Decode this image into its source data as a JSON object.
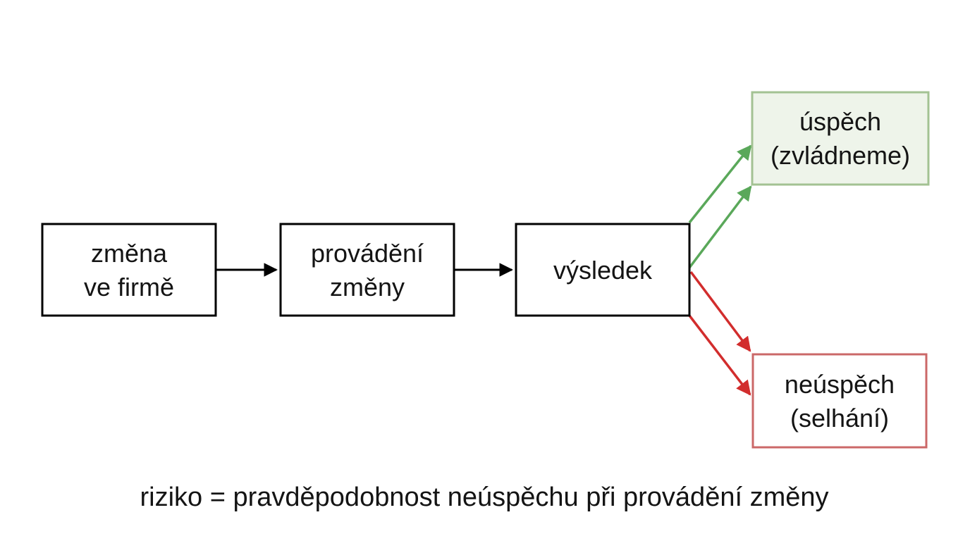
{
  "diagram": {
    "background": "#ffffff",
    "colors": {
      "box_border": "#000000",
      "box_fill": "#ffffff",
      "label_text": "#141414",
      "black_arrow": "#000000",
      "green_arrow": "#5aa85a",
      "green_box_border": "#a3c293",
      "green_box_fill": "#eef4ea",
      "red_arrow": "#d22d2d",
      "red_box_border": "#cb6868",
      "red_box_fill": "#ffffff"
    },
    "nodes": {
      "change": {
        "lines": [
          "změna",
          "ve firmě"
        ]
      },
      "implementation": {
        "lines": [
          "provádění",
          "změny"
        ]
      },
      "result": {
        "lines": [
          "výsledek"
        ]
      },
      "success": {
        "lines": [
          "úspěch",
          "(zvládneme)"
        ]
      },
      "failure": {
        "lines": [
          "neúspěch",
          "(selhání)"
        ]
      }
    },
    "caption": "riziko = pravděpodobnost neúspěchu při provádění změny"
  }
}
